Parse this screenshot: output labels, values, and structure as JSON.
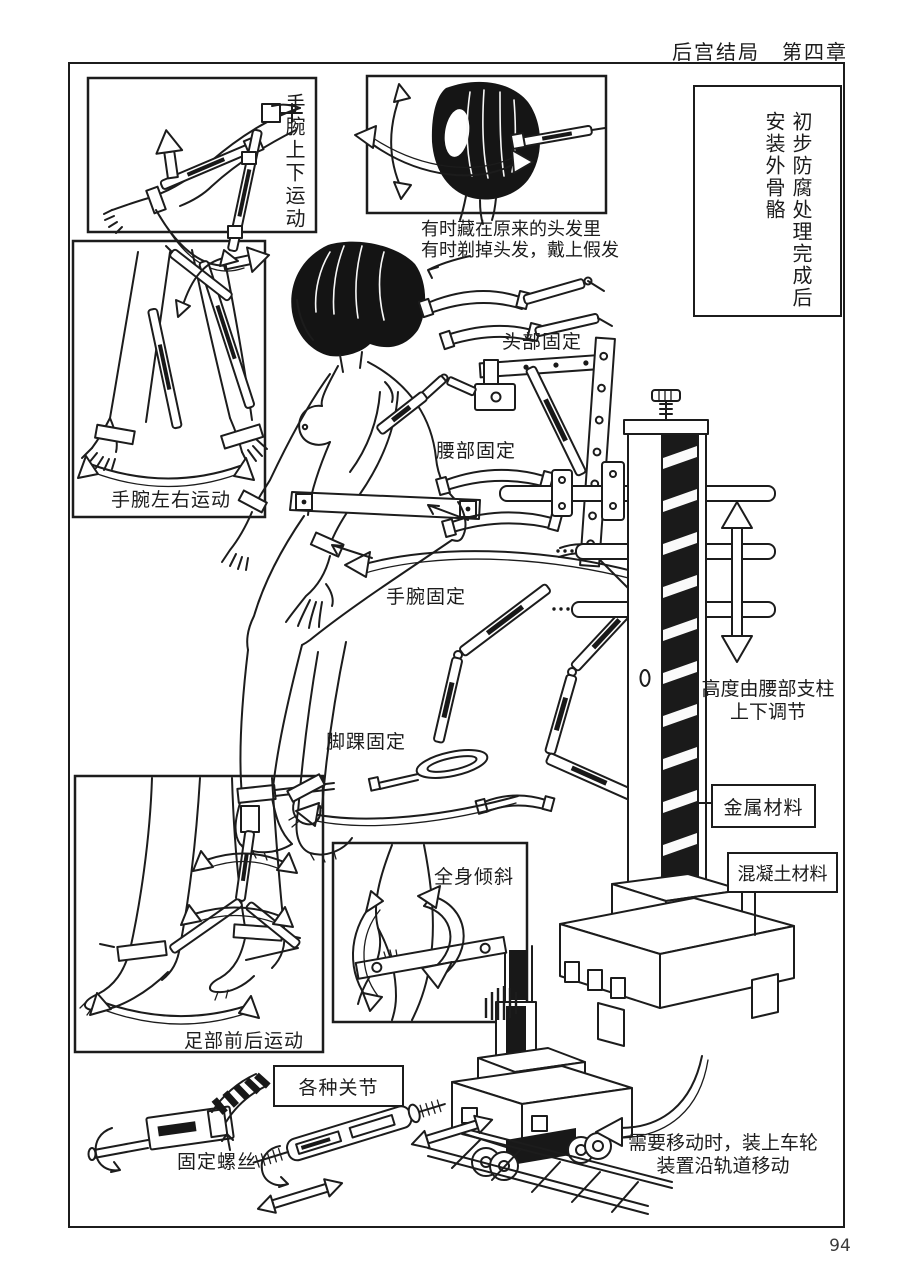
{
  "page": {
    "header": "后宫结局　第四章",
    "page_number": "94"
  },
  "intro_box": {
    "line1": "初步防腐处理完成后",
    "line2": "安装外骨骼"
  },
  "insets": {
    "wrist_updown_label": "手腕上下运动",
    "wrist_leftright_label": "手腕左右运动",
    "head_caption_line1": "有时藏在原来的头发里",
    "head_caption_line2": "有时剃掉头发，戴上假发",
    "foot_label": "足部前后运动",
    "tilt_label": "全身倾斜",
    "joints_label": "各种关节",
    "screw_label": "固定螺丝"
  },
  "annotations": {
    "head_fix": "头部固定",
    "waist_fix": "腰部固定",
    "wrist_fix": "手腕固定",
    "ankle_fix": "脚踝固定",
    "height_note_line1": "高度由腰部支柱",
    "height_note_line2": "上下调节",
    "material_metal": "金属材料",
    "material_concrete": "混凝土材料",
    "move_note_line1": "需要移动时，装上车轮",
    "move_note_line2": "装置沿轨道移动"
  },
  "colors": {
    "ink": "#1c1c1c",
    "paper": "#ffffff",
    "hair": "#151515"
  }
}
